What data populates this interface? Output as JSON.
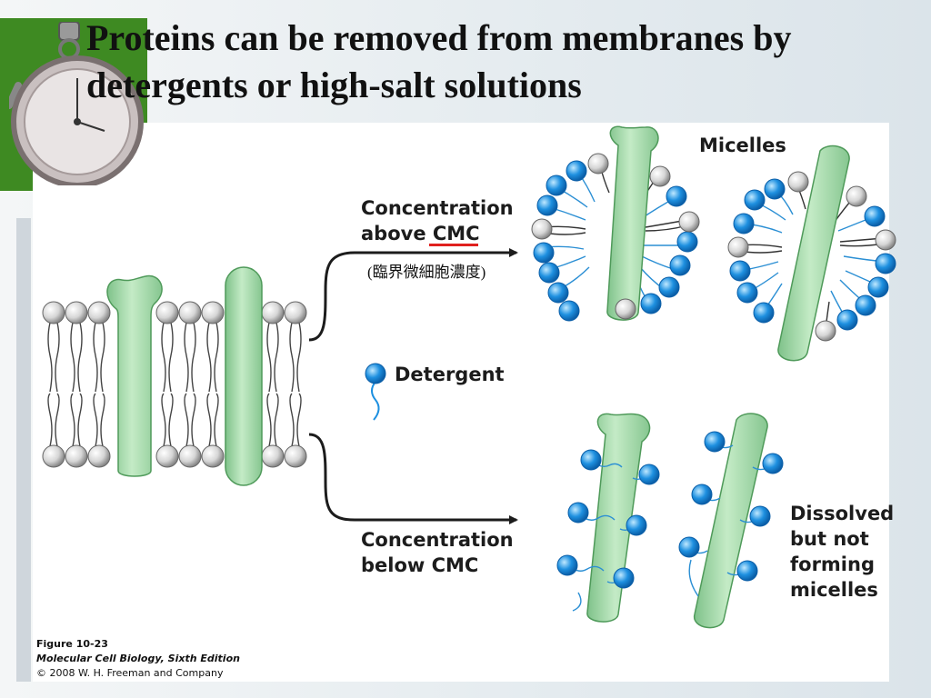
{
  "slide": {
    "title": "Proteins can be removed from membranes by detergents or high-salt solutions"
  },
  "labels": {
    "above_cmc": "Concentration\nabove CMC",
    "cmc_translation": "(臨界微細胞濃度)",
    "below_cmc": "Concentration\nbelow CMC",
    "micelles": "Micelles",
    "detergent": "Detergent",
    "dissolved": "Dissolved\nbut not\nforming\nmicelles"
  },
  "caption": {
    "figure": "Figure 10-23",
    "book": "Molecular Cell Biology, Sixth Edition",
    "copyright": "© 2008 W. H. Freeman and Company"
  },
  "colors": {
    "protein": "#a9dcae",
    "detergent_head": "#1e90e0",
    "lipid_head": "#d6d6d6",
    "cmc_underline": "#e0201e",
    "accent_green": "#3e8a22"
  },
  "icons": [
    "stopwatch-image",
    "arrow-right-icon",
    "detergent-icon"
  ]
}
